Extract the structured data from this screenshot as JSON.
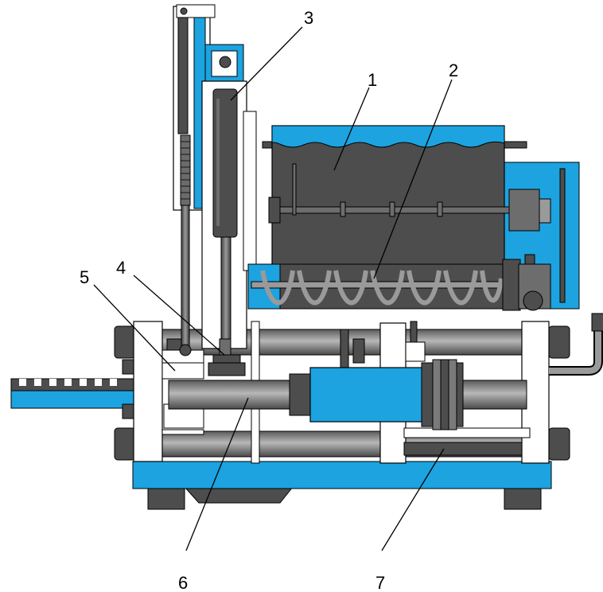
{
  "diagram": {
    "callouts": [
      {
        "id": "1",
        "label": "1"
      },
      {
        "id": "2",
        "label": "2"
      },
      {
        "id": "3",
        "label": "3"
      },
      {
        "id": "4",
        "label": "4"
      },
      {
        "id": "5",
        "label": "5"
      },
      {
        "id": "6",
        "label": "6"
      },
      {
        "id": "7",
        "label": "7"
      }
    ],
    "colors": {
      "accent_blue": "#1ca3e0",
      "dark_gray": "#4d4d4d",
      "mid_gray": "#7a7a7a",
      "light_gray": "#cfcfcf",
      "outline": "#000000",
      "background": "#ffffff"
    }
  }
}
